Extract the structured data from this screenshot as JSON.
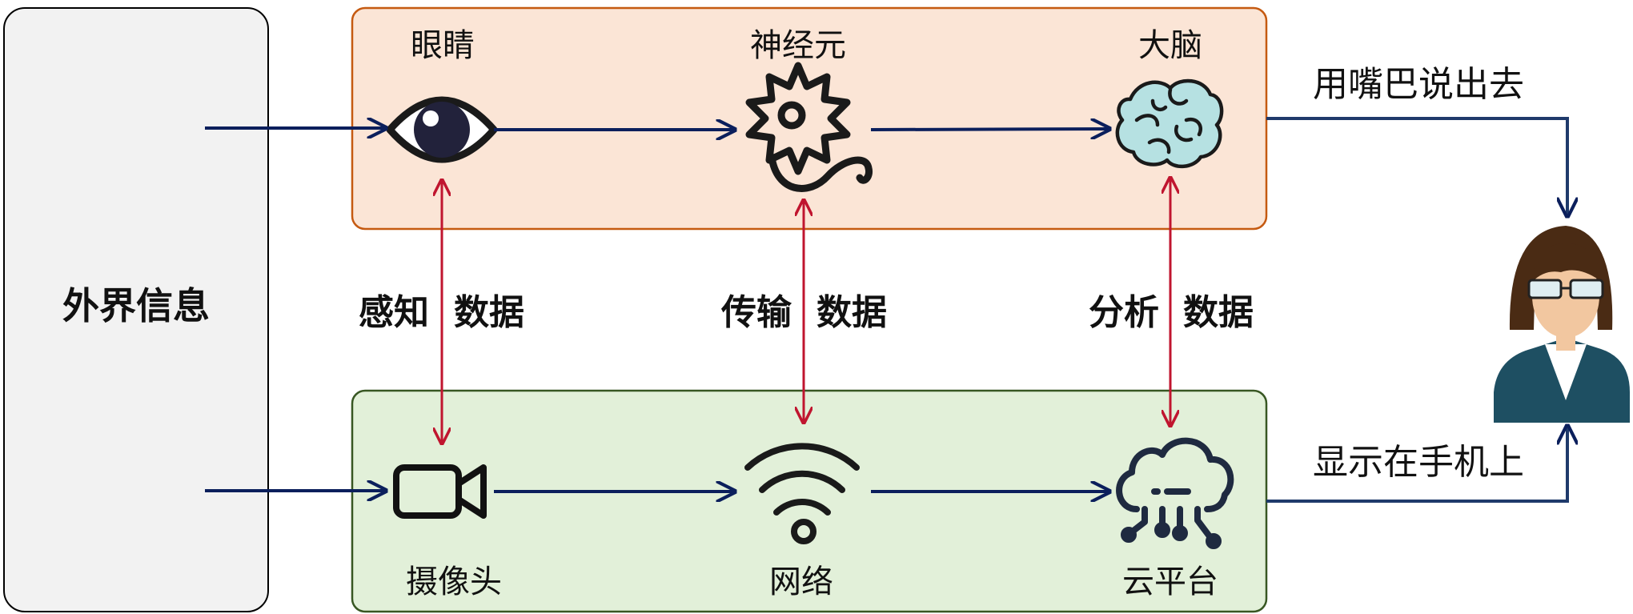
{
  "left_panel": {
    "label": "外界信息"
  },
  "top_row": {
    "nodes": [
      {
        "id": "eye",
        "label": "眼睛",
        "icon": "eye-icon"
      },
      {
        "id": "neuron",
        "label": "神经元",
        "icon": "neuron-icon"
      },
      {
        "id": "brain",
        "label": "大脑",
        "icon": "brain-icon"
      }
    ],
    "output_label": "用嘴巴说出去"
  },
  "bottom_row": {
    "nodes": [
      {
        "id": "camera",
        "label": "摄像头",
        "icon": "video-camera-icon"
      },
      {
        "id": "network",
        "label": "网络",
        "icon": "wifi-icon"
      },
      {
        "id": "cloud",
        "label": "云平台",
        "icon": "cloud-platform-icon"
      }
    ],
    "output_label": "显示在手机上"
  },
  "links": [
    {
      "verb": "感知",
      "noun": "数据"
    },
    {
      "verb": "传输",
      "noun": "数据"
    },
    {
      "verb": "分析",
      "noun": "数据"
    }
  ],
  "person": {
    "icon": "person-avatar-icon"
  },
  "colors": {
    "top_fill": "#fbe5d6",
    "top_stroke": "#c55a11",
    "bottom_fill": "#e2f0d9",
    "bottom_stroke": "#385723",
    "left_fill": "#f2f2f2",
    "flow_arrow": "#0b1f5c",
    "link_arrow": "#c0152f"
  }
}
